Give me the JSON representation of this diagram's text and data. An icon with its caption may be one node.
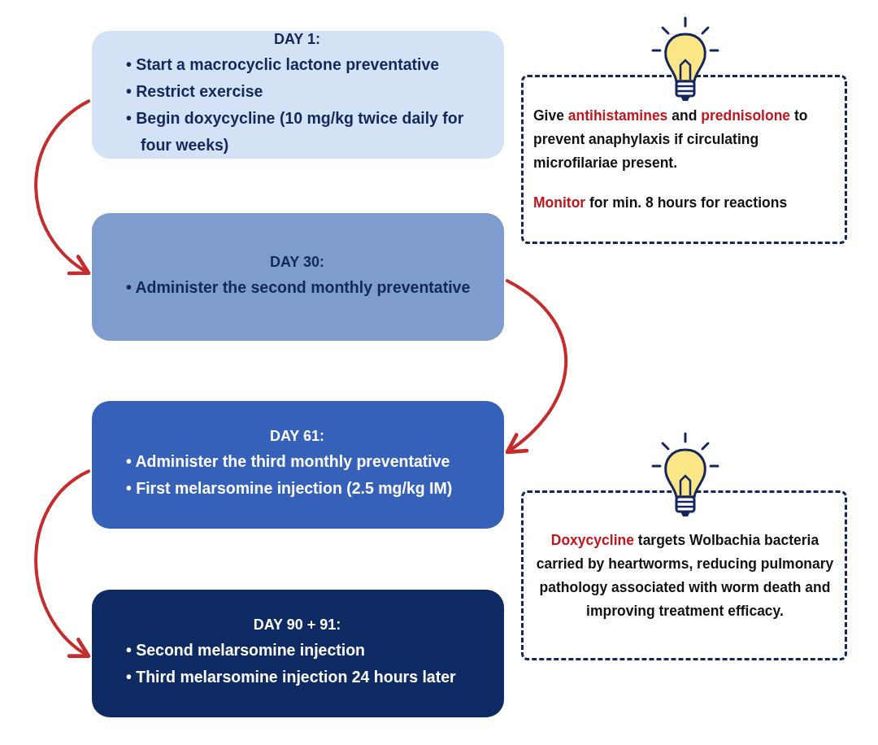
{
  "diagram": {
    "nodes": [
      {
        "text": [
          "DAY 1:",
          "• Start a macrocyclic lactone preventative",
          "• Restrict exercise",
          "• Begin doxycycline (10 mg/kg twice daily for four weeks)"
        ]
      },
      {
        "text": [
          "DAY 30:",
          "• Administer the second monthly preventative"
        ]
      },
      {
        "text": [
          "DAY 61:",
          "• Administer the third monthly preventative",
          "• First melarsomine injection (2.5 mg/kg IM)"
        ]
      },
      {
        "text": [
          "DAY 90 + 91:",
          "• Second melarsomine injection",
          "• Third melarsomine injection 24 hours later"
        ]
      },
      {
        "text": [
          "Give **antihistamines** and **prednisolone** to prevent anaphylaxis if circulating microfilariae present.",
          "**Monitor** for min. 8 hours for reactions"
        ]
      },
      {
        "text": [
          "**Doxycycline** targets Wolbachia bacteria carried by heartworms, reducing pulmonary pathology associated with worm death and improving treatment efficacy."
        ]
      }
    ],
    "edges": [
      {
        "from": 0,
        "to": 1,
        "arrow": "to"
      },
      {
        "from": 1,
        "to": 2,
        "arrow": "to"
      },
      {
        "from": 2,
        "to": 3,
        "arrow": "to"
      }
    ]
  }
}
